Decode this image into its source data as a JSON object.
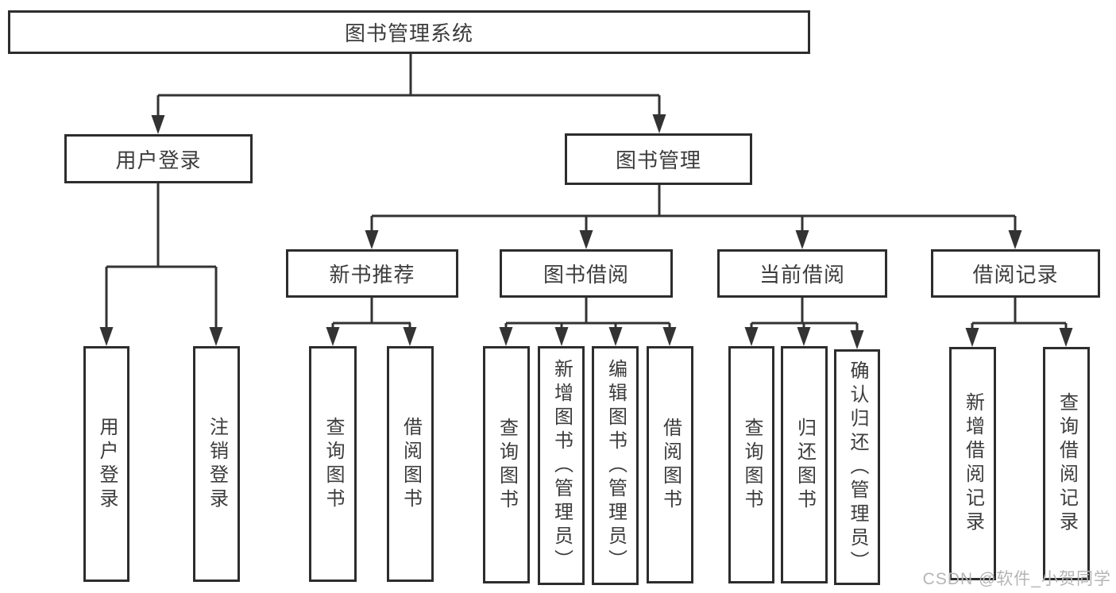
{
  "tree": {
    "root": {
      "label": "图书管理系统"
    },
    "children": [
      {
        "label": "用户登录",
        "children": [
          {
            "label": "用户登录"
          },
          {
            "label": "注销登录"
          }
        ]
      },
      {
        "label": "图书管理",
        "children": [
          {
            "label": "新书推荐",
            "children": [
              {
                "label": "查询图书"
              },
              {
                "label": "借阅图书"
              }
            ]
          },
          {
            "label": "图书借阅",
            "children": [
              {
                "label": "查询图书"
              },
              {
                "label": "新增图书（管理员）"
              },
              {
                "label": "编辑图书（管理员）"
              },
              {
                "label": "借阅图书"
              }
            ]
          },
          {
            "label": "当前借阅",
            "children": [
              {
                "label": "查询图书"
              },
              {
                "label": "归还图书"
              },
              {
                "label": "确认归还（管理员）"
              }
            ]
          },
          {
            "label": "借阅记录",
            "children": [
              {
                "label": "新增借阅记录"
              },
              {
                "label": "查询借阅记录"
              }
            ]
          }
        ]
      }
    ]
  },
  "watermark": {
    "text": "CSDN @软件_小贺同学"
  },
  "colors": {
    "line": "#333333",
    "box_border": "#2d2d2d",
    "box_background": "#ffffff",
    "text": "#3c3c3c",
    "watermark": "#b5b5b5",
    "background": "#ffffff"
  }
}
